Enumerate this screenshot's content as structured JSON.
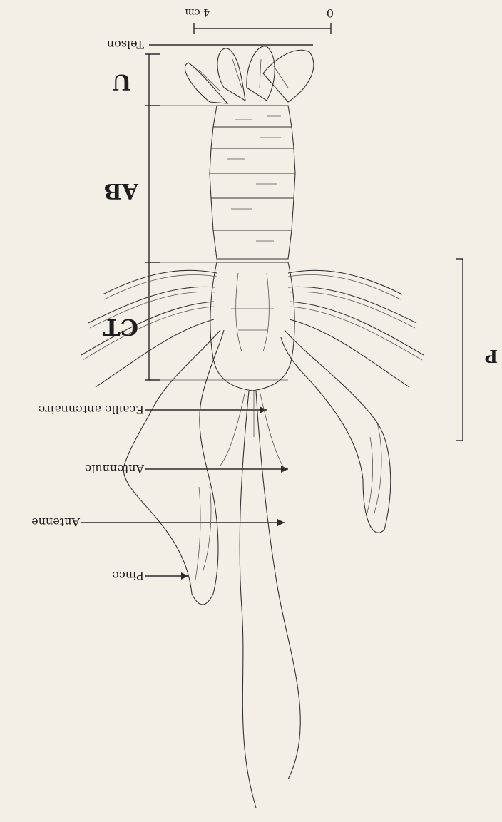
{
  "labels": {
    "scale_zero": "0",
    "scale_length": "4 cm",
    "telson": "Telson",
    "u": "U",
    "ab": "AB",
    "ct": "CT",
    "p": "P",
    "ecaille": "Ecaille antennaire",
    "antennule": "Antennule",
    "antenne": "Antenne",
    "pince": "Pince"
  },
  "colors": {
    "paper": "#f4efe6",
    "ink": "#2a2a2a"
  }
}
